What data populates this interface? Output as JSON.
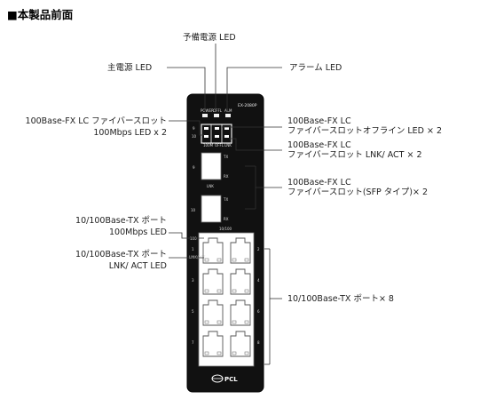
{
  "title": "■本製品前面",
  "device": {
    "model": "EX-2080P",
    "led_labels": [
      "POWER",
      "OFFL",
      "ALM"
    ],
    "fx_speed_label": "100M",
    "fx_port_1": "9",
    "fx_port_2": "10",
    "fx_tx": "TX",
    "fx_rx": "RX",
    "lnk_label": "LNK",
    "tx_header": "10/100",
    "tx_speed_label": "100",
    "tx_lnk_label": "LINK/ACT",
    "port_numbers": [
      "1",
      "2",
      "3",
      "4",
      "5",
      "6",
      "7",
      "8"
    ],
    "logo": "PCL"
  },
  "labels": {
    "standby_led": "予備電源 LED",
    "main_power_led": "主電源 LED",
    "alarm_led": "アラーム LED",
    "fx_speed_line1": "100Base-FX LC ファイバースロット",
    "fx_speed_line2": "100Mbps LED x 2",
    "fx_offline_line1": "100Base-FX LC",
    "fx_offline_line2": "ファイバースロットオフライン LED × 2",
    "fx_lnk_line1": "100Base-FX LC",
    "fx_lnk_line2": "ファイバースロット LNK/ ACT × 2",
    "fx_slot_line1": "100Base-FX LC",
    "fx_slot_line2": "ファイバースロット(SFP タイプ)× 2",
    "tx_speed_line1": "10/100Base-TX ポート",
    "tx_speed_line2": "100Mbps LED",
    "tx_lnk_line1": "10/100Base-TX ポート",
    "tx_lnk_line2": "LNK/ ACT LED",
    "tx_ports": "10/100Base-TX ポート× 8"
  }
}
